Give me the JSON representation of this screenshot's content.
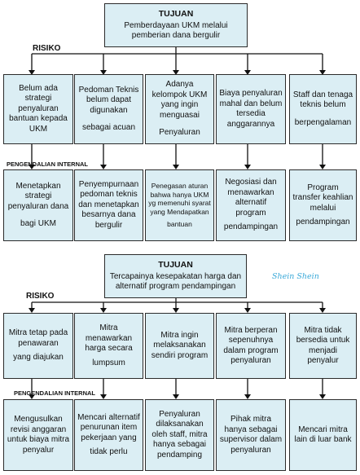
{
  "section1": {
    "goal": {
      "title": "TUJUAN",
      "text": "Pemberdayaan UKM melalui pemberian dana bergulir"
    },
    "risk_label": "RISIKO",
    "control_label": "PENGENDALIAN INTERNAL",
    "risks": [
      {
        "a": "Belum ada strategi penyaluran bantuan kepada UKM",
        "b": ""
      },
      {
        "a": "Pedoman Teknis belum dapat digunakan",
        "b": "sebagai acuan"
      },
      {
        "a": "Adanya kelompok UKM yang ingin menguasai",
        "b": "Penyaluran"
      },
      {
        "a": "Biaya penyaluran mahal dan belum tersedia anggarannya",
        "b": ""
      },
      {
        "a": "Staff dan tenaga teknis belum",
        "b": "berpengalaman"
      }
    ],
    "controls": [
      {
        "a": "Menetapkan strategi penyaluran dana",
        "b": "bagi UKM"
      },
      {
        "a": "Penyempurnaan pedoman teknis dan menetapkan besarnya dana bergulir",
        "b": ""
      },
      {
        "a": "Penegasan aturan bahwa hanya UKM yg memenuhi syarat yang Mendapatkan",
        "b": "bantuan"
      },
      {
        "a": "Negosiasi dan menawarkan alternatif program",
        "b": "pendampingan"
      },
      {
        "a": "Program transfer keahlian melalui",
        "b": "pendampingan"
      }
    ]
  },
  "section2": {
    "goal": {
      "title": "TUJUAN",
      "text": "Tercapainya kesepakatan harga dan alternatif program pendampingan"
    },
    "risk_label": "RISIKO",
    "control_label": "PENGENDALIAN INTERNAL",
    "risks": [
      {
        "a": "Mitra tetap pada penawaran",
        "b": "yang diajukan"
      },
      {
        "a": "Mitra menawarkan harga secara",
        "b": "lumpsum"
      },
      {
        "a": "Mitra ingin melaksanakan sendiri program",
        "b": ""
      },
      {
        "a": "Mitra berperan sepenuhnya dalam program penyaluran",
        "b": ""
      },
      {
        "a": "Mitra tidak bersedia untuk menjadi penyalur",
        "b": ""
      }
    ],
    "controls": [
      {
        "a": "Mengusulkan revisi anggaran untuk biaya mitra penyalur",
        "b": ""
      },
      {
        "a": "Mencari alternatif penurunan item pekerjaan yang",
        "b": "tidak perlu"
      },
      {
        "a": "Penyaluran dilaksanakan oleh staff, mitra hanya sebagai pendamping",
        "b": ""
      },
      {
        "a": "Pihak mitra hanya sebagai supervisor dalam penyaluran",
        "b": ""
      },
      {
        "a": "Mencari mitra lain di luar bank",
        "b": ""
      }
    ]
  },
  "signature": "Shein Shein"
}
